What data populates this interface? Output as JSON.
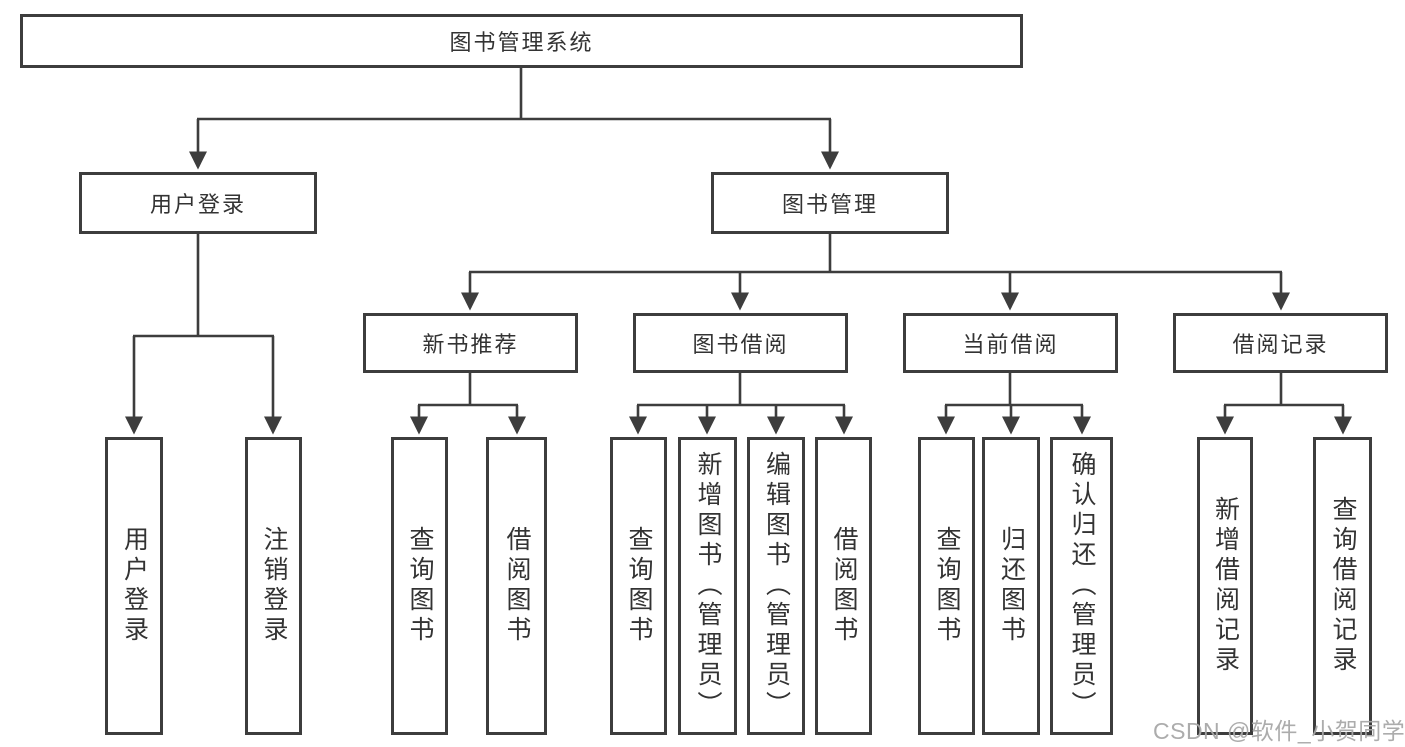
{
  "diagram": {
    "title": "图书管理系统"
  },
  "tree": {
    "root": {
      "label": "图书管理系统"
    },
    "branches": [
      {
        "label": "用户登录",
        "children": [
          {
            "label": "用户登录"
          },
          {
            "label": "注销登录"
          }
        ]
      },
      {
        "label": "图书管理",
        "sections": [
          {
            "label": "新书推荐",
            "children": [
              {
                "label": "查询图书"
              },
              {
                "label": "借阅图书"
              }
            ]
          },
          {
            "label": "图书借阅",
            "children": [
              {
                "label": "查询图书"
              },
              {
                "label": "新增图书（管理员）"
              },
              {
                "label": "编辑图书（管理员）"
              },
              {
                "label": "借阅图书"
              }
            ]
          },
          {
            "label": "当前借阅",
            "children": [
              {
                "label": "查询图书"
              },
              {
                "label": "归还图书"
              },
              {
                "label": "确认归还（管理员）"
              }
            ]
          },
          {
            "label": "借阅记录",
            "children": [
              {
                "label": "新增借阅记录"
              },
              {
                "label": "查询借阅记录"
              }
            ]
          }
        ]
      }
    ]
  },
  "watermark": {
    "text": "CSDN @软件_小贺同学"
  },
  "colors": {
    "line": "#3d3d3d",
    "text": "#333333",
    "background": "#ffffff",
    "watermark": "#a8a8a8"
  }
}
